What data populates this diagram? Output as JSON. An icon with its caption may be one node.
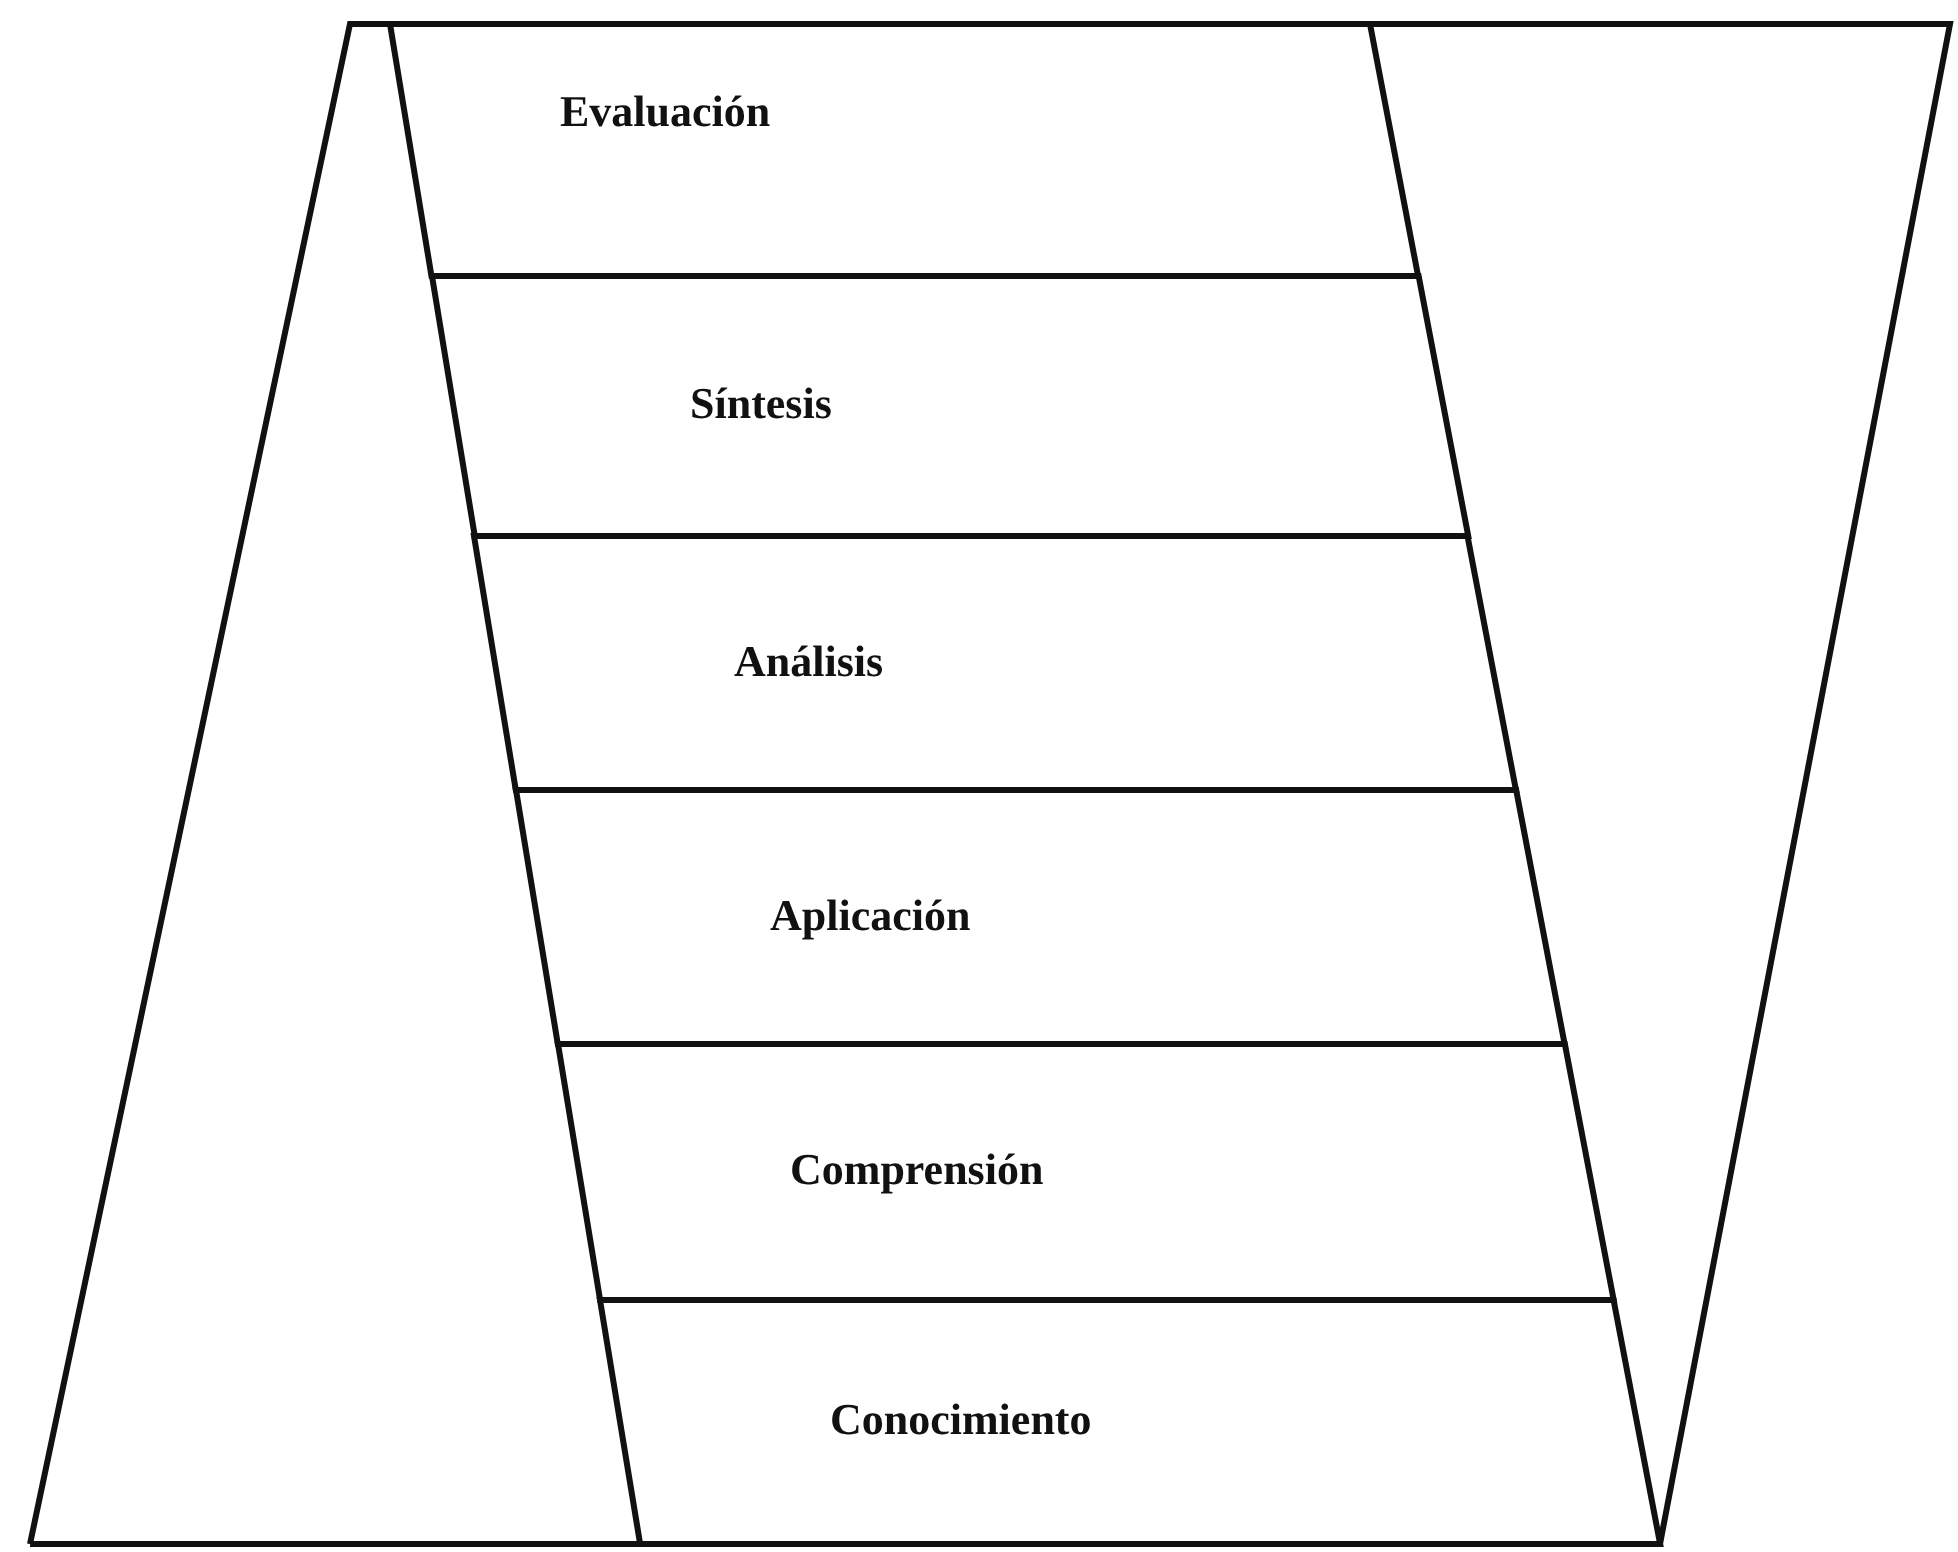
{
  "diagram": {
    "nodes": [
      {
        "text": [
          "Evaluación"
        ]
      },
      {
        "text": [
          "Síntesis"
        ]
      },
      {
        "text": [
          "Análisis"
        ]
      },
      {
        "text": [
          "Aplicación"
        ]
      },
      {
        "text": [
          "Comprensión"
        ]
      },
      {
        "text": [
          "Conocimiento"
        ]
      }
    ]
  }
}
